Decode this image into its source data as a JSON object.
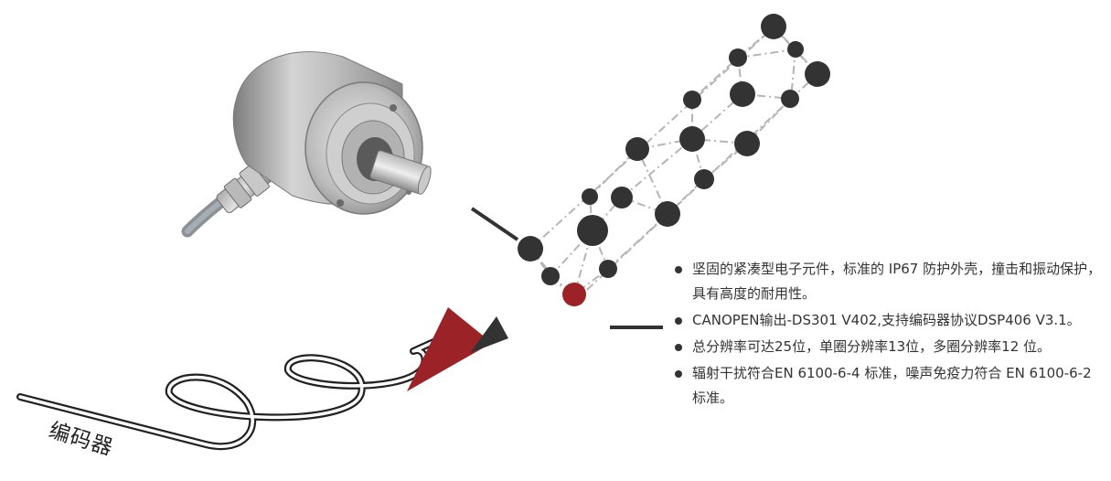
{
  "product": {
    "caption": "编码器",
    "image_alt": "absolute-rotary-encoder-photo"
  },
  "features": [
    "坚固的紧凑型电子元件，标准的 IP67 防护外壳，撞击和振动保护，具有高度的耐用性。",
    "CANOPEN输出-DS301 V402,支持编码器协议DSP406 V3.1。",
    "总分辨率可达25位，单圈分辨率13位，多圈分辨率12 位。",
    "辐射干扰符合EN 6100-6-4 标准，噪声免疫力符合 EN 6100-6-2 标准。"
  ],
  "colors": {
    "accent": "#9b2226",
    "node": "#333333",
    "network_line": "#b5b5b5",
    "text": "#333333"
  }
}
